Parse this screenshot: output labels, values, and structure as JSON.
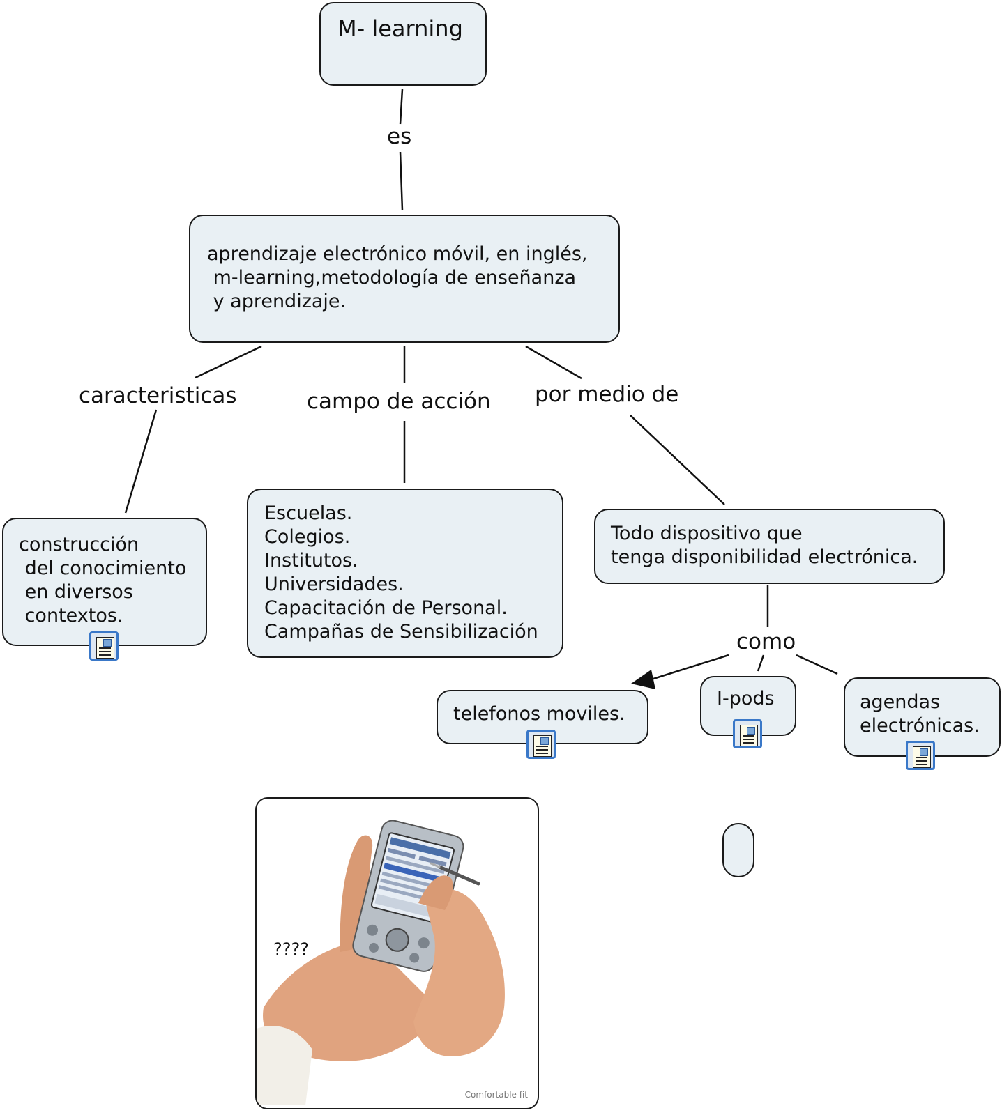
{
  "concept_map": {
    "root": "M- learning",
    "definition_lines": [
      "aprendizaje electrónico móvil, en inglés,",
      " m-learning,metodología de enseñanza",
      " y aprendizaje."
    ],
    "links": {
      "es": "es",
      "caracteristicas": "caracteristicas",
      "campo_de_accion": "campo de acción",
      "por_medio_de": "por medio de",
      "como": "como"
    },
    "construccion_lines": [
      "construcción",
      " del conocimiento",
      " en diversos",
      " contextos."
    ],
    "campo_lines": [
      "Escuelas.",
      "Colegios.",
      "Institutos.",
      "Universidades.",
      "Capacitación de Personal.",
      "Campañas de Sensibilización"
    ],
    "dispositivo_lines": [
      "Todo dispositivo que",
      "tenga disponibilidad electrónica."
    ],
    "telefonos": "telefonos moviles.",
    "ipods": "I-pods",
    "agendas_lines": [
      "agendas",
      "electrónicas."
    ],
    "photo_caption": "????",
    "photo_credit": "Comfortable fit"
  },
  "colors": {
    "node_fill": "#e9f0f4",
    "node_border": "#1a1a1a",
    "icon_border": "#3a78c8"
  },
  "icons": [
    "resource-document-icon",
    "arrowhead-icon"
  ]
}
